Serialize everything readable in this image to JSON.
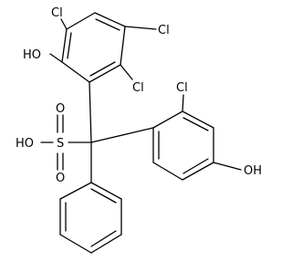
{
  "molecule": {
    "labels": {
      "cl_ring_top_left": "Cl",
      "cl_ring_top_right": "Cl",
      "cl_ring_mid": "Cl",
      "ho_ring_top": "HO",
      "cl_ring_right": "Cl",
      "oh_ring_right": "OH",
      "sulfonic_s": "S",
      "sulfonic_ho": "HO",
      "sulfonic_o_top": "O",
      "sulfonic_o_bottom": "O"
    }
  }
}
